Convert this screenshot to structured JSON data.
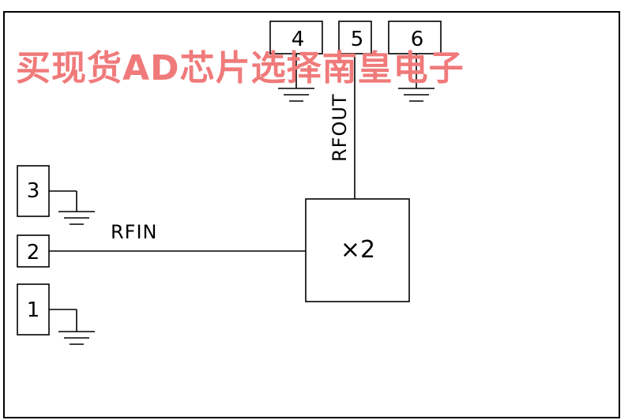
{
  "pins": [
    {
      "id": "pin1",
      "number": "1"
    },
    {
      "id": "pin2",
      "number": "2"
    },
    {
      "id": "pin3",
      "number": "3"
    },
    {
      "id": "pin4",
      "number": "4"
    },
    {
      "id": "pin5",
      "number": "5"
    },
    {
      "id": "pin6",
      "number": "6"
    }
  ],
  "labels": {
    "rfin": "RFIN",
    "rfout": "RFOUT"
  },
  "block": {
    "function": "×2"
  },
  "watermark": "买现货AD芯片选择南皇电子",
  "colors": {
    "line": "#000000",
    "watermark": "#f07a7a"
  }
}
